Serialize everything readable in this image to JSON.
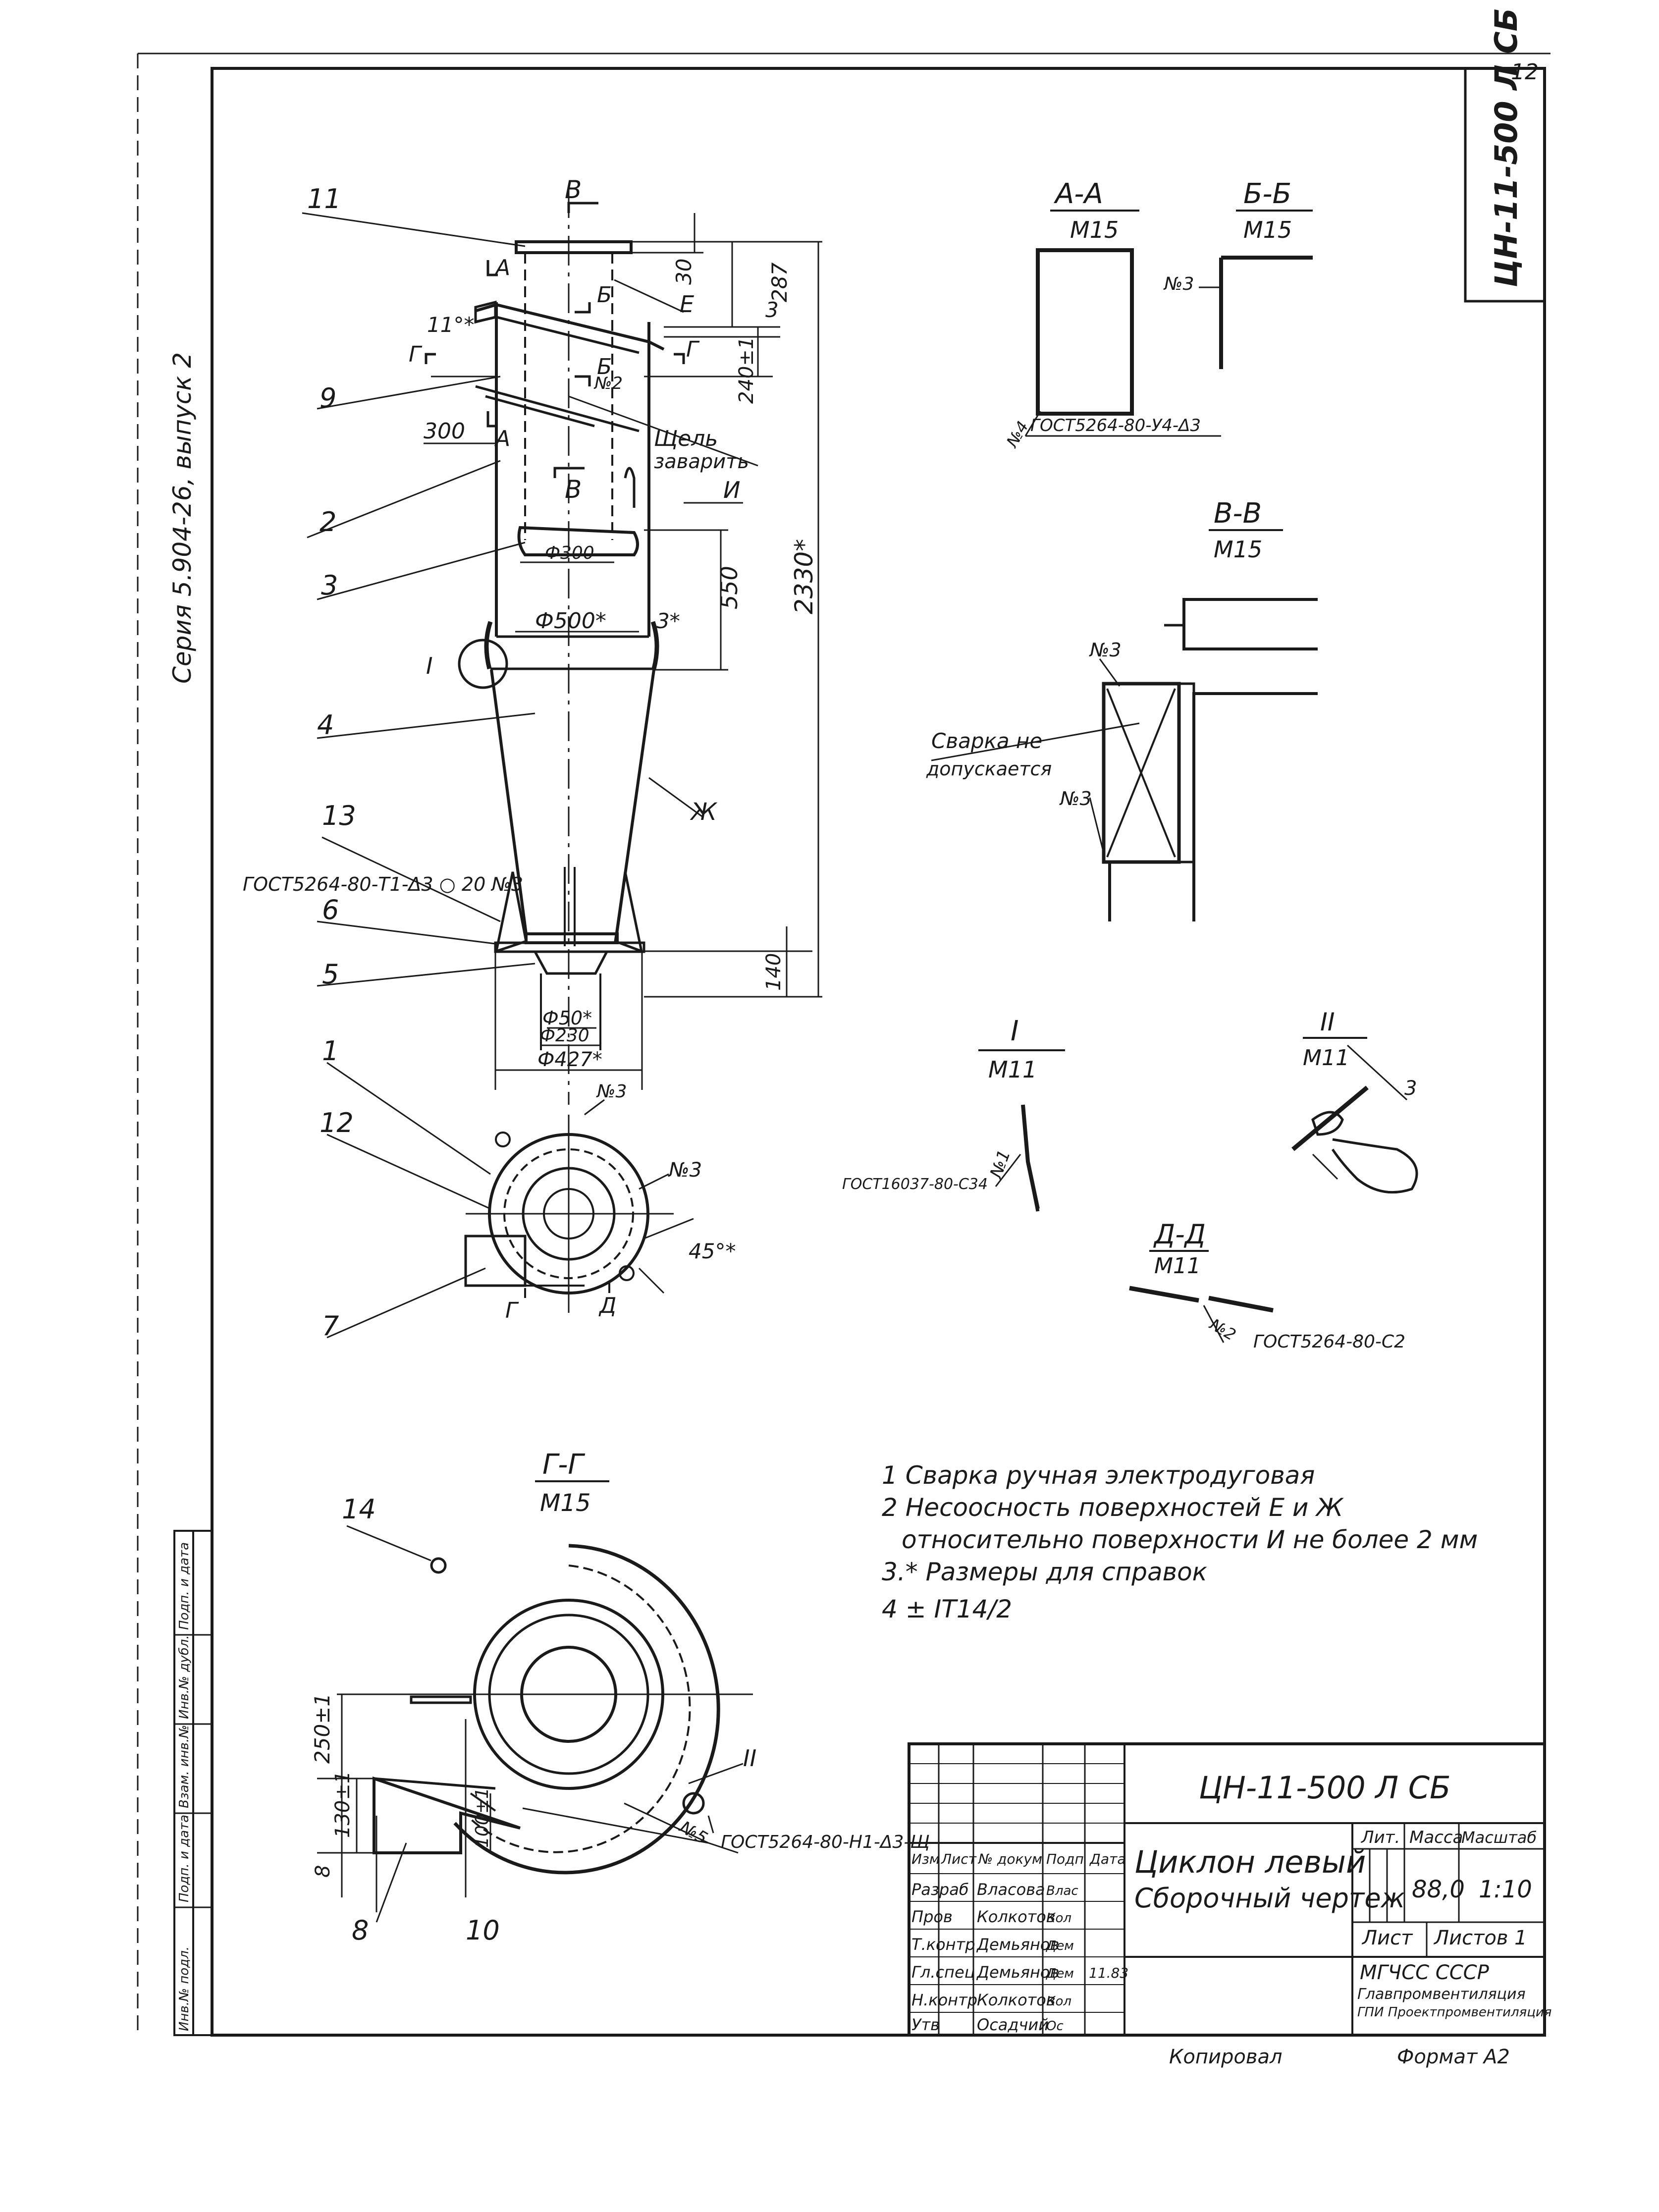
{
  "drawing": {
    "code": "ЦН-11-500 Л СБ",
    "sheet_corner_number": "12",
    "series_label": "Серия 5.904-26, выпуск 2",
    "title_line1": "Циклон левый",
    "title_line2": "Сборочный чертеж"
  },
  "title_block": {
    "col_headers": [
      "Изм",
      "Лист",
      "№ докум",
      "Подп",
      "Дата"
    ],
    "roles": [
      {
        "role": "Разраб",
        "name": "Власова",
        "sign": "Влас"
      },
      {
        "role": "Пров",
        "name": "Колкотов",
        "sign": "Кол"
      },
      {
        "role": "Т.контр",
        "name": "Демьянов",
        "sign": "Дем"
      },
      {
        "role": "Гл.спец",
        "name": "Демьянов",
        "sign": "Дем",
        "date": "11.83"
      },
      {
        "role": "Н.контр",
        "name": "Колкотов",
        "sign": "Кол"
      },
      {
        "role": "Утв",
        "name": "Осадчий",
        "sign": "Ос"
      }
    ],
    "lit_label": "Лит.",
    "mass_label": "Масса",
    "scale_label": "Масштаб",
    "mass": "88,0",
    "scale": "1:10",
    "sheet_label": "Лист",
    "sheets_label": "Листов 1",
    "org_line1": "МГЧСС СССР",
    "org_line2": "Главпромвентиляция",
    "org_line3": "ГПИ Проектпромвентиляция",
    "copied": "Копировал",
    "format": "Формат А2"
  },
  "side_stamp": [
    "Инв.№ подл.",
    "Подп. и дата",
    "Взам. инв.№",
    "Инв.№ дубл.",
    "Подп. и дата"
  ],
  "main_view": {
    "parts": [
      "11",
      "9",
      "2",
      "3",
      "4",
      "13",
      "6",
      "5",
      "1",
      "12",
      "7",
      "14",
      "8",
      "10"
    ],
    "dims": {
      "d30": "30",
      "d287": "287",
      "d3": "3",
      "d240": "240±1",
      "d11deg": "11°*",
      "d300": "300",
      "d550": "550",
      "d2330": "2330*",
      "phi500": "Ф500*",
      "phi300": "Ф300",
      "d3star": "3*",
      "d140": "140",
      "phi50": "Ф50*",
      "phi230": "Ф230",
      "phi427": "Ф427*",
      "d45": "45°*"
    },
    "notes": {
      "slot": "Щель",
      "weld": "заварить",
      "I": "И",
      "E": "Е",
      "Zh": "Ж",
      "weld_std": "ГОСТ5264-80-Т1-Δ3 ○ 20 №3",
      "n2": "№2",
      "n3": "№3",
      "D": "Д",
      "G": "Г"
    },
    "cut_marks": {
      "A": "А",
      "B": "Б",
      "V": "В"
    }
  },
  "section_aa": {
    "title": "А-А",
    "scale": "М15",
    "weld": "ГОСТ5264-80-У4-Δ3",
    "n4": "№4"
  },
  "section_bb": {
    "title": "Б-Б",
    "scale": "М15",
    "n3": "№3"
  },
  "section_vv": {
    "title": "В-В",
    "scale": "М15",
    "n3": "№3",
    "note1": "Сварка не",
    "note2": "допускается"
  },
  "detail_I": {
    "title": "I",
    "scale": "М11",
    "weld": "ГОСТ16037-80-С34",
    "n1": "№1"
  },
  "detail_II": {
    "title": "II",
    "scale": "М11",
    "dim": "3"
  },
  "section_dd": {
    "title": "Д-Д",
    "scale": "М11",
    "weld": "ГОСТ5264-80-С2",
    "n2": "№2"
  },
  "section_gg": {
    "title": "Г-Г",
    "scale": "М15",
    "d250": "250±1",
    "d130": "130±1",
    "d100": "100±1",
    "d8": "8",
    "weld": "ГОСТ5264-80-Н1-Δ3-Щ",
    "n5": "№5"
  },
  "tech_notes": [
    "1 Сварка ручная электродуговая",
    "2 Несоосность поверхностей Е и Ж",
    "относительно поверхности И не более 2 мм",
    "3.* Размеры для справок",
    "4 ± IT14/2"
  ]
}
